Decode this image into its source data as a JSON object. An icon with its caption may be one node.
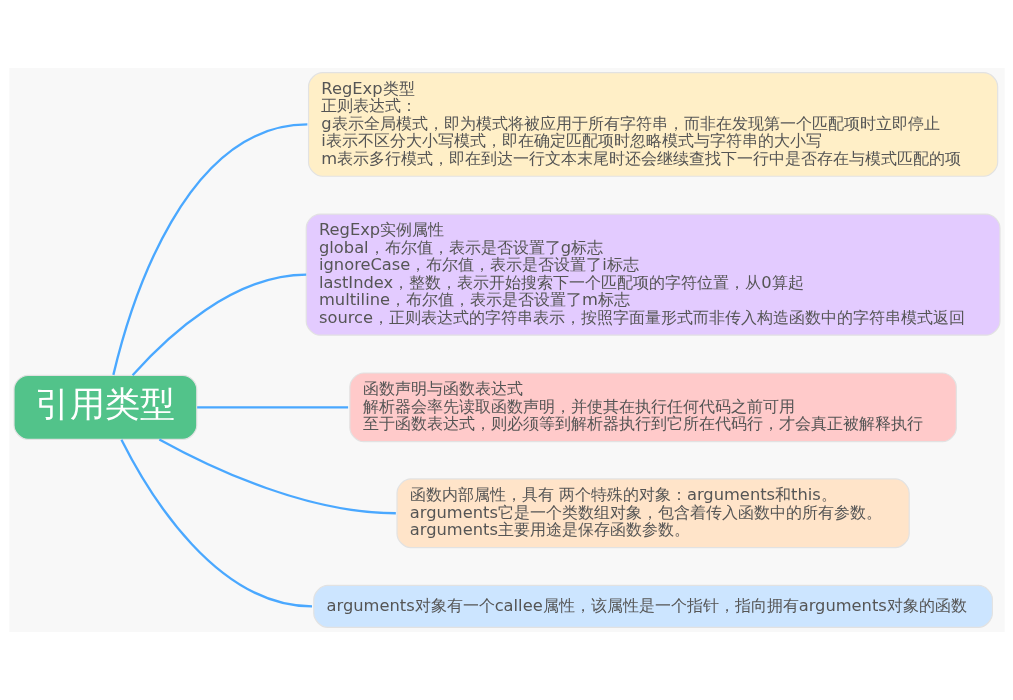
{
  "diagram": {
    "nodes": [
      {
        "text": [
          "引用类型"
        ]
      },
      {
        "text": [
          "RegExp类型",
          "正则表达式：",
          "g表示全局模式，即为模式将被应用于所有字符串，而非在发现第一个匹配项时立即停止",
          "i表示不区分大小写模式，即在确定匹配项时忽略模式与字符串的大小写",
          "m表示多行模式，即在到达一行文本末尾时还会继续查找下一行中是否存在与模式匹配的项"
        ]
      },
      {
        "text": [
          "RegExp实例属性",
          "global，布尔值，表示是否设置了g标志",
          "ignoreCase，布尔值，表示是否设置了i标志",
          "lastIndex，整数，表示开始搜索下一个匹配项的字符位置，从0算起",
          "multiline，布尔值，表示是否设置了m标志",
          "source，正则表达式的字符串表示，按照字面量形式而非传入构造函数中的字符串模式返回"
        ]
      },
      {
        "text": [
          "函数声明与函数表达式",
          "解析器会率先读取函数声明，并使其在执行任何代码之前可用",
          "至于函数表达式，则必须等到解析器执行到它所在代码行，才会真正被解释执行"
        ]
      },
      {
        "text": [
          "函数内部属性，具有 两个特殊的对象：arguments和this。",
          "arguments它是一个类数组对象，包含着传入函数中的所有参数。",
          "arguments主要用途是保存函数参数。"
        ]
      },
      {
        "text": [
          "arguments对象有一个callee属性，该属性是一个指针，指向拥有arguments对象的函数"
        ]
      }
    ],
    "edges": [
      {
        "from": 0,
        "to": 1,
        "arrow": "none"
      },
      {
        "from": 0,
        "to": 2,
        "arrow": "none"
      },
      {
        "from": 0,
        "to": 3,
        "arrow": "none"
      },
      {
        "from": 0,
        "to": 4,
        "arrow": "none"
      },
      {
        "from": 0,
        "to": 5,
        "arrow": "none"
      }
    ]
  }
}
